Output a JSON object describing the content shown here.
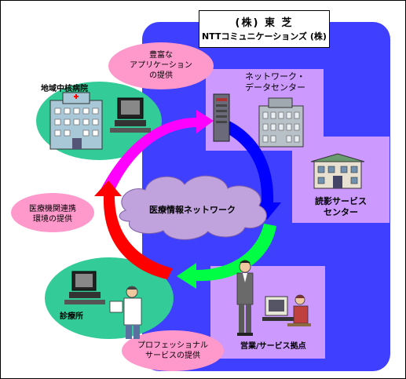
{
  "header": {
    "company_line1": "(株)  東  芝",
    "company_line2": "NTTコミュニケーションズ (株)"
  },
  "nodes": {
    "regional_hospital": "地域中核病院",
    "network_center": [
      "ネットワーク・",
      "データセンター"
    ],
    "reading_center": [
      "読影サービス",
      "センター"
    ],
    "sales_base": "営業/サービス拠点",
    "clinic": "診療所"
  },
  "bubbles": {
    "applications": [
      "豊富な",
      "アプリケーション",
      "の提供"
    ],
    "cooperation": [
      "医療機関連携",
      "環境の提供"
    ],
    "professional": [
      "プロフェッショナル",
      "サービスの提供"
    ]
  },
  "cloud_label": "医療情報ネットワーク",
  "colors": {
    "panel_blue": "#3F3FFF",
    "node_box": "#CC99FF",
    "bubble_pink": "#FF99CC",
    "node_ellipse_green": "#33CC99",
    "cloud": "#C0A3DC",
    "arrow_magenta": "#FF00FF",
    "arrow_blue": "#0000FF",
    "arrow_green": "#00FF44",
    "arrow_red": "#FF0000"
  }
}
